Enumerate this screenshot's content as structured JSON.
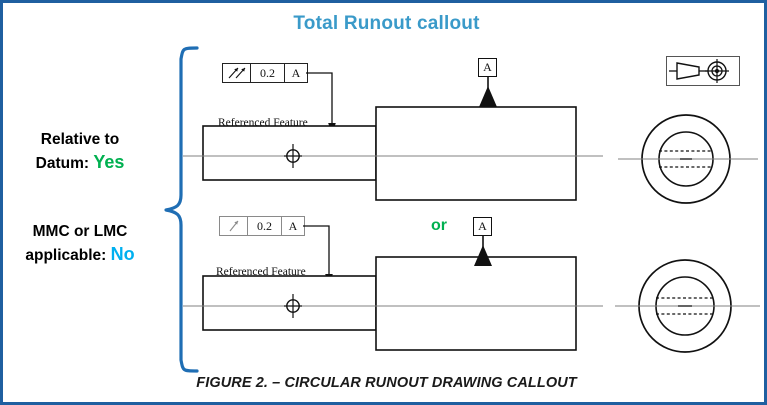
{
  "figure": {
    "title": "Total Runout callout",
    "title_color": "#3a9ac9",
    "caption": "FIGURE 2. – CIRCULAR RUNOUT DRAWING CALLOUT",
    "border_color": "#1f5fa0",
    "background": "#ffffff"
  },
  "left_panel": {
    "datum_label": "Relative to",
    "datum_label2": "Datum:",
    "datum_value": "Yes",
    "datum_value_color": "#00b050",
    "mmc_label": "MMC or LMC",
    "mmc_label2": "applicable:",
    "mmc_value": "No",
    "mmc_value_color": "#00b0f0"
  },
  "brace": {
    "color": "#1f6eb4",
    "name": "curly-brace"
  },
  "views": [
    {
      "id": "upper-view",
      "fcf": {
        "symbol": "total-runout-symbol",
        "symbol_glyph": "double-arrow",
        "tolerance": "0.2",
        "datum": "A",
        "style": "dark"
      },
      "referenced_feature_label": "Referenced Feature",
      "datum_feature": "A",
      "connector": "leader-line-down-arrow"
    },
    {
      "id": "lower-view",
      "fcf": {
        "symbol": "circular-runout-symbol",
        "symbol_glyph": "single-arrow",
        "tolerance": "0.2",
        "datum": "A",
        "style": "grey"
      },
      "referenced_feature_label": "Referenced Feature",
      "datum_feature": "A",
      "connector": "leader-line-down-arrow"
    }
  ],
  "or_connector": {
    "text": "or",
    "color": "#00b050"
  },
  "top_right_icon": {
    "name": "runout-inspection-icon",
    "description": "tapered-part-with-concentric-target"
  },
  "end_views": [
    {
      "id": "upper-end-view",
      "outer_circle": "od",
      "inner_circle": "bore",
      "hidden_lines": "dashed"
    },
    {
      "id": "lower-end-view",
      "outer_circle": "od",
      "inner_circle": "bore",
      "hidden_lines": "dashed"
    }
  ]
}
